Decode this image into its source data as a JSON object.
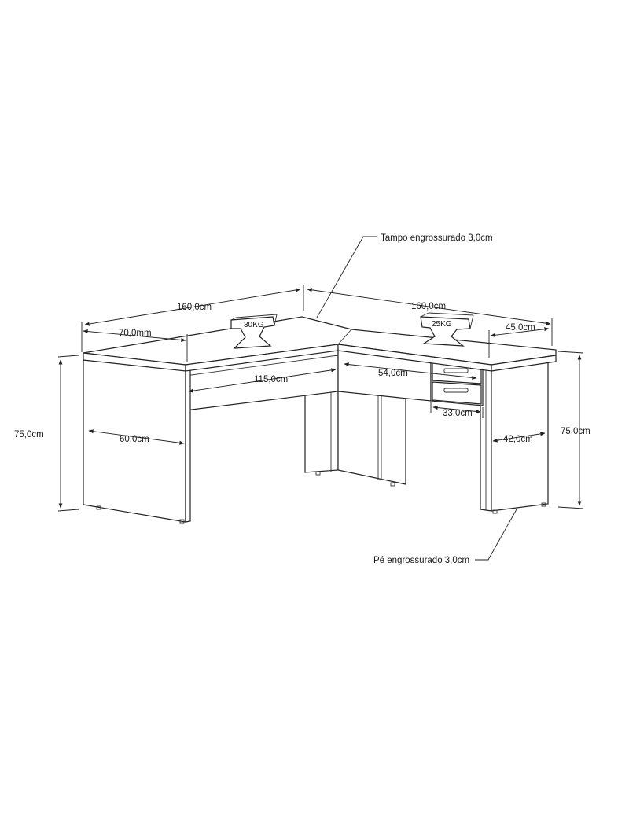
{
  "callouts": {
    "tampo": "Tampo engrossurado 3,0cm",
    "pe": "Pé engrossurado 3,0cm"
  },
  "dimensions": {
    "top_width_left": "160,0cm",
    "top_width_right": "160,0cm",
    "depth_left": "70,0mm",
    "depth_right": "45,0cm",
    "height_left": "75,0cm",
    "height_right": "75,0cm",
    "inner_span": "115,0cm",
    "leg_depth_left": "60,0cm",
    "leg_depth_right": "42,0cm",
    "drawer_depth": "54,0cm",
    "drawer_width": "33,0cm"
  },
  "loads": {
    "left": "30KG",
    "right": "25KG"
  }
}
